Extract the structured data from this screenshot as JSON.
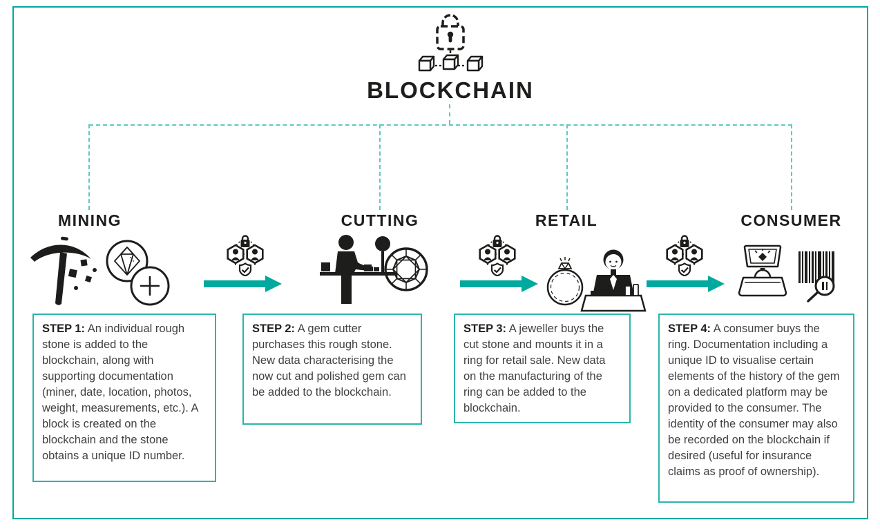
{
  "colors": {
    "accent_teal": "#00a99d",
    "box_border_teal": "#2cb4aa",
    "dashed_line_teal": "#5fc8c1",
    "icon_ink": "#1d1d1b",
    "body_text": "#414042"
  },
  "header": {
    "title": "BLOCKCHAIN",
    "icon": "blockchain-lock-cubes-icon"
  },
  "flow": {
    "connector_icon": "blockchain-verification-icon",
    "arrow_icon": "right-arrow-icon"
  },
  "stages": [
    {
      "label": "MINING",
      "icons": [
        "pickaxe-icon",
        "rough-gem-plus-icon"
      ],
      "step": {
        "label": "STEP 1:",
        "text": "An individual rough stone is added to the blockchain, along with supporting documentation (miner, date, location, photos, weight, measurements, etc.). A block is created on the blockchain and the stone obtains a unique ID number."
      }
    },
    {
      "label": "CUTTING",
      "icons": [
        "gem-cutter-icon",
        "cut-diamond-icon"
      ],
      "step": {
        "label": "STEP 2:",
        "text": "A gem cutter purchases this rough stone. New data characterising the now cut and polished gem can be added to the blockchain."
      }
    },
    {
      "label": "RETAIL",
      "icons": [
        "ring-icon",
        "jeweller-icon"
      ],
      "step": {
        "label": "STEP 3:",
        "text": "A jeweller buys the cut stone and mounts it in a ring for retail sale. New data on the manufacturing of the ring can be added to the blockchain."
      }
    },
    {
      "label": "CONSUMER",
      "icons": [
        "ring-box-icon",
        "barcode-scan-icon"
      ],
      "step": {
        "label": "STEP 4:",
        "text": "A consumer buys the ring. Documentation including a unique ID to visualise certain elements of the history of the gem on a dedicated platform may be provided to the consumer. The identity of the consumer may also be recorded on the blockchain if desired (useful for insurance claims as proof of ownership)."
      }
    }
  ]
}
